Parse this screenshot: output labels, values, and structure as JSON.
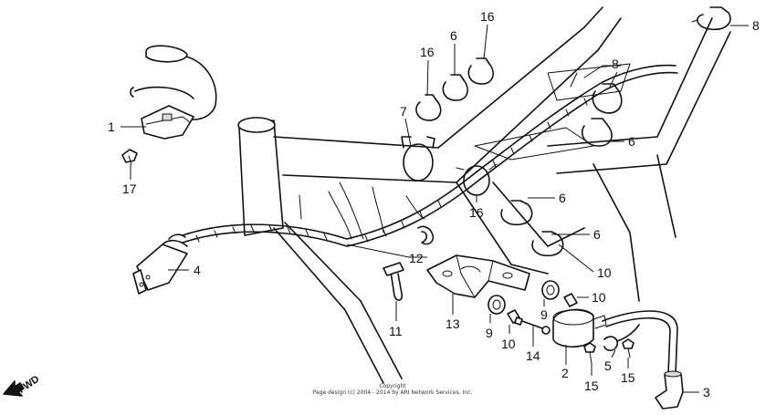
{
  "callouts": [
    {
      "id": "c1",
      "text": "1"
    },
    {
      "id": "c17",
      "text": "17"
    },
    {
      "id": "c4",
      "text": "4"
    },
    {
      "id": "c7",
      "text": "7"
    },
    {
      "id": "c16a",
      "text": "16"
    },
    {
      "id": "c6a",
      "text": "6"
    },
    {
      "id": "c16b",
      "text": "16"
    },
    {
      "id": "c8a",
      "text": "8"
    },
    {
      "id": "c8b",
      "text": "8"
    },
    {
      "id": "c6b",
      "text": "6"
    },
    {
      "id": "c6c",
      "text": "6"
    },
    {
      "id": "c6d",
      "text": "6"
    },
    {
      "id": "c16c",
      "text": "16"
    },
    {
      "id": "c12",
      "text": "12"
    },
    {
      "id": "c10a",
      "text": "10"
    },
    {
      "id": "c10b",
      "text": "10"
    },
    {
      "id": "c11",
      "text": "11"
    },
    {
      "id": "c13",
      "text": "13"
    },
    {
      "id": "c9a",
      "text": "9"
    },
    {
      "id": "c9b",
      "text": "9"
    },
    {
      "id": "c14",
      "text": "14"
    },
    {
      "id": "c2",
      "text": "2"
    },
    {
      "id": "c5",
      "text": "5"
    },
    {
      "id": "c15a",
      "text": "15"
    },
    {
      "id": "c15b",
      "text": "15"
    },
    {
      "id": "c3",
      "text": "3"
    }
  ],
  "copyright": {
    "line1": "Copyright",
    "line2": "Page design (c) 2004 - 2014 by ARI Network Services, Inc."
  },
  "fwd_label": "FWD"
}
